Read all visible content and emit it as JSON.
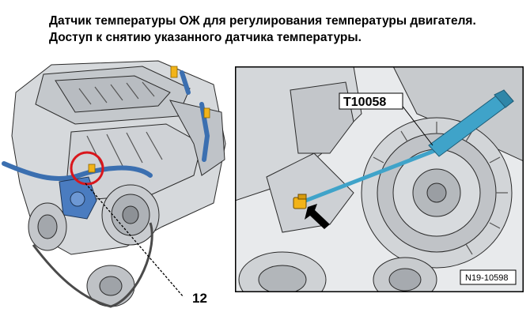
{
  "caption": {
    "line1": "Датчик температуры ОЖ для регулирования температуры двигателя.",
    "line2": "Доступ к снятию указанного датчика температуры."
  },
  "left_figure": {
    "callout_number": "12",
    "highlight_color": "#d9161c",
    "hose_color": "#3b6fb0"
  },
  "right_figure": {
    "tool_label": "T10058",
    "figure_id": "N19-10598",
    "tool_color": "#3fa3c9",
    "sensor_color": "#f2b318"
  }
}
